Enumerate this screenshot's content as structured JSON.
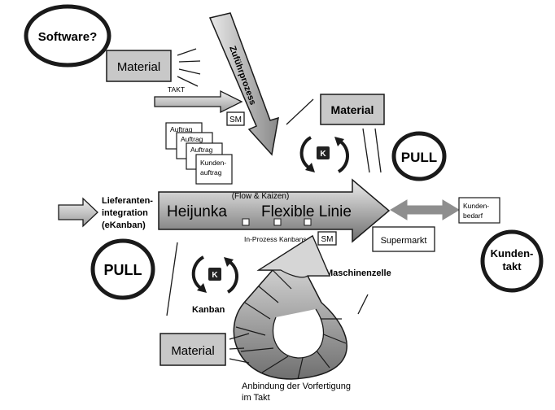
{
  "labels": {
    "software": "Software?",
    "material_top": "Material",
    "takt": "TAKT",
    "zufuhr": "Zuführprozess",
    "sm_top": "SM",
    "material_right": "Material",
    "auftrag": [
      "Auftrag",
      "Auftrag",
      "Auftrag",
      "Kunden-",
      "auftrag"
    ],
    "pull_right": "PULL",
    "lieferanten": [
      "Lieferanten-",
      "integration",
      "(eKanban)"
    ],
    "flow": "(Flow & Kaizen)",
    "heijunka": "Heijunka",
    "flexible": "Flexible Linie",
    "kundenbedarf": [
      "Kunden-",
      "bedarf"
    ],
    "in_prozess": "In-Prozess Kanbans",
    "sm_bottom": "SM",
    "supermarkt": "Supermarkt",
    "pull_left": "PULL",
    "kundentakt": [
      "Kunden-",
      "takt"
    ],
    "maschinenzelle": "Maschinenzelle",
    "kanban": "Kanban",
    "material_bottom": "Material",
    "anbindung": [
      "Anbindung der Vorfertigung",
      "im Takt"
    ],
    "k": "K"
  },
  "colors": {
    "box_fill": "#c8c8c8",
    "stroke": "#1a1a1a",
    "arrow_light": "#e4e4e4",
    "arrow_dark": "#8e8e8e",
    "kanban_fill": "#222222"
  }
}
